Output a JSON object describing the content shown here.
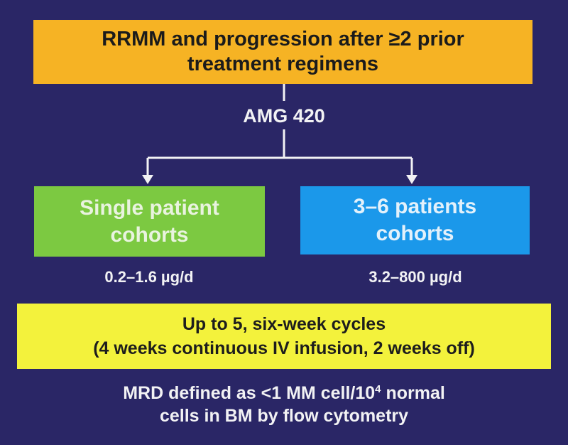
{
  "top_box": {
    "line1": "RRMM and progression after ≥2 prior",
    "line2": "treatment regimens"
  },
  "drug_label": "AMG 420",
  "single_box": {
    "line1": "Single patient",
    "line2": "cohorts",
    "dose": "0.2–1.6 µg/d"
  },
  "multi_box": {
    "line1": "3–6 patients",
    "line2": "cohorts",
    "dose": "3.2–800 µg/d"
  },
  "cycle_box": {
    "line1": "Up to 5, six-week cycles",
    "line2": "(4 weeks continuous IV infusion, 2 weeks off)"
  },
  "mrd_note": {
    "line1_before": "MRD defined as <1 MM cell/10",
    "line1_sup": "4",
    "line1_after": " normal",
    "line2": "cells in BM by flow cytometry"
  },
  "colors": {
    "background": "#2a2666",
    "top_box": "#f6b324",
    "single_box": "#7cc941",
    "multi_box": "#1b98ea",
    "cycle_box": "#f3f23c",
    "connector": "#f2f2f4"
  }
}
